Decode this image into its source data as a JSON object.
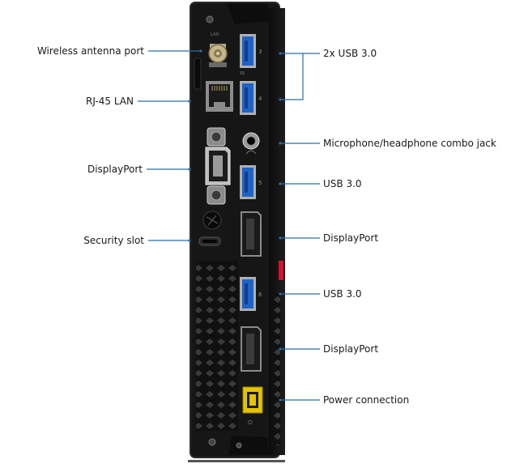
{
  "labels_left": {
    "wireless": "Wireless antenna port",
    "rj45": "RJ-45 LAN",
    "displayport": "DisplayPort",
    "security": "Security slot"
  },
  "labels_right": {
    "usb_pair": "2x USB 3.0",
    "audio": "Microphone/headphone combo jack",
    "usb5": "USB 3.0",
    "dp_top": "DisplayPort",
    "usb6": "USB 3.0",
    "dp_bottom": "DisplayPort",
    "power": "Power connection"
  },
  "port_numbers": {
    "usb3": "3",
    "usb4": "4",
    "usb5": "5",
    "usb6": "6"
  },
  "colors": {
    "leader": "#2b6ea8",
    "chassis": "#141414",
    "usb_blue": "#1e63c8",
    "power_yellow": "#e3c400",
    "red_accent": "#d8102a"
  }
}
